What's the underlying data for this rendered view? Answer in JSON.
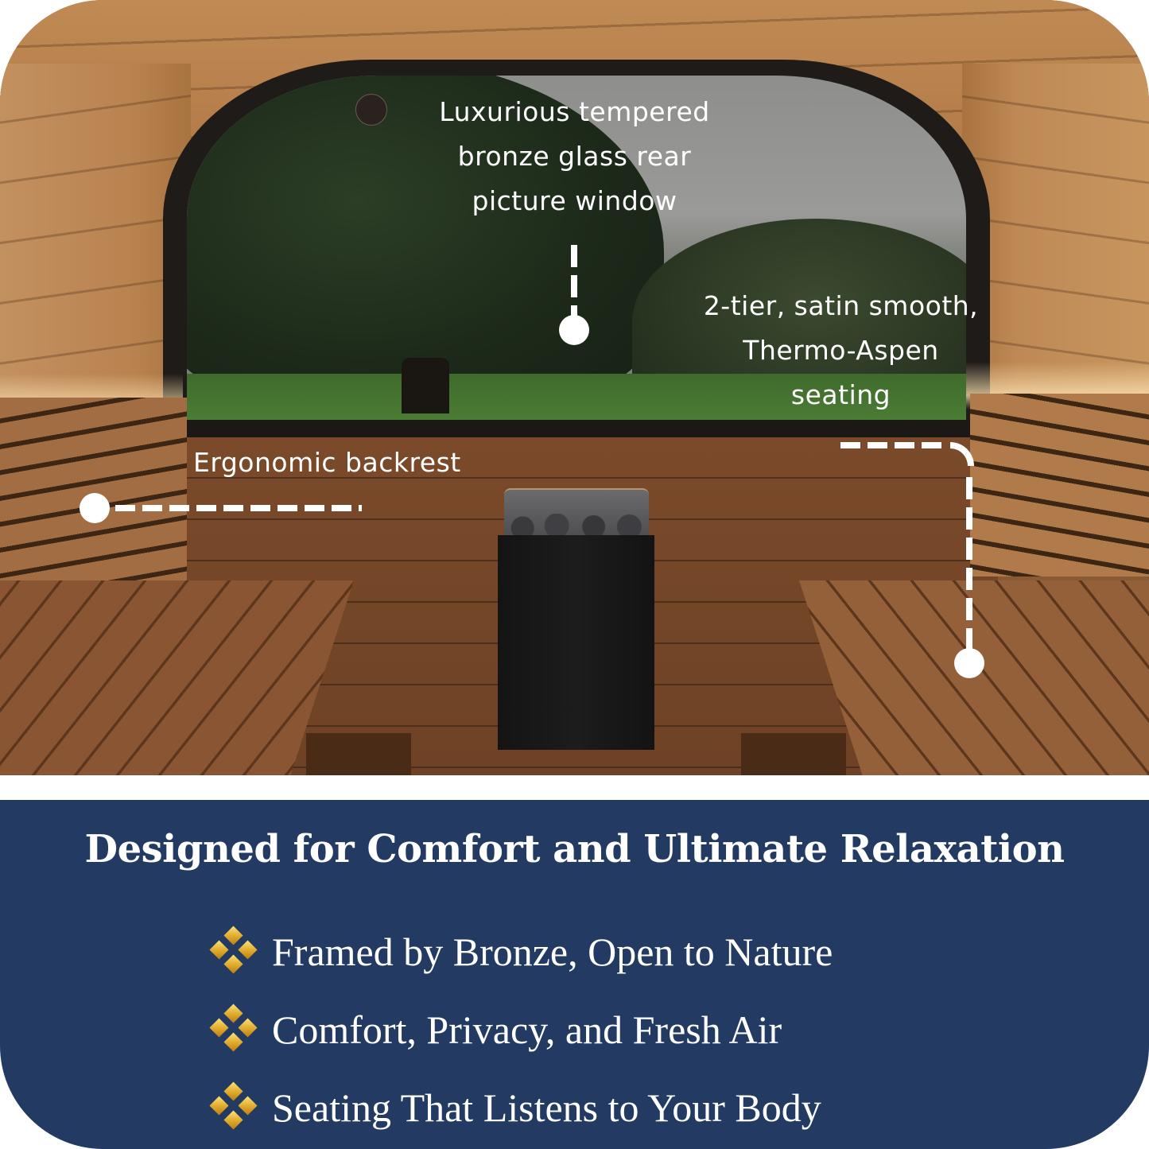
{
  "scene": {
    "description": "Interior of barrel sauna with rear picture window, benches and heater"
  },
  "callouts": [
    {
      "id": "window",
      "lines": [
        "Luxurious tempered",
        "bronze glass rear",
        "picture window"
      ]
    },
    {
      "id": "seating",
      "lines": [
        "2-tier, satin smooth,",
        "Thermo-Aspen",
        "seating"
      ]
    },
    {
      "id": "backrest",
      "lines": [
        "Ergonomic backrest"
      ]
    }
  ],
  "panel": {
    "title": "Designed for Comfort and Ultimate Relaxation",
    "features": [
      {
        "icon": "gold-diamond-cluster-icon",
        "label": "Framed by Bronze, Open to Nature"
      },
      {
        "icon": "gold-diamond-cluster-icon",
        "label": "Comfort, Privacy, and Fresh Air"
      },
      {
        "icon": "gold-diamond-cluster-icon",
        "label": "Seating That Listens to Your Body"
      }
    ]
  },
  "colors": {
    "panel_bg": "#233a63",
    "text": "#ffffff",
    "bullet_gold": "#e0a92a"
  }
}
